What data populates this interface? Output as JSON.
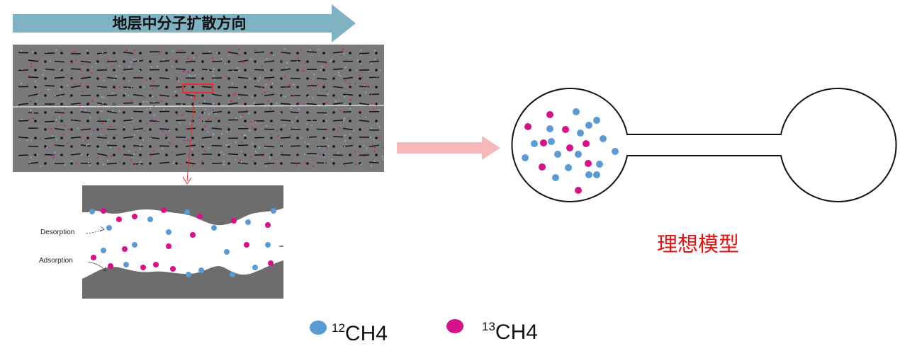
{
  "header": {
    "title": "地层中分子扩散方向"
  },
  "zoom_panel": {
    "desorption_label": "Desorption",
    "adsorption_label": "Adsorption"
  },
  "ideal_model": {
    "title": "理想模型"
  },
  "legend": [
    {
      "isotope": "12",
      "formula": "CH4",
      "color": "#5b9bd5"
    },
    {
      "isotope": "13",
      "formula": "CH4",
      "color": "#d6128a"
    }
  ],
  "colors": {
    "header_arrow": "#7fb3c3",
    "strata_bg": "#7a7a7a",
    "pink_arrow": "#f6b8b8",
    "molecule_12": "#5b9bd5",
    "molecule_13": "#d6128a",
    "zoom_box": "#e53030",
    "ideal_title": "#e81010"
  }
}
